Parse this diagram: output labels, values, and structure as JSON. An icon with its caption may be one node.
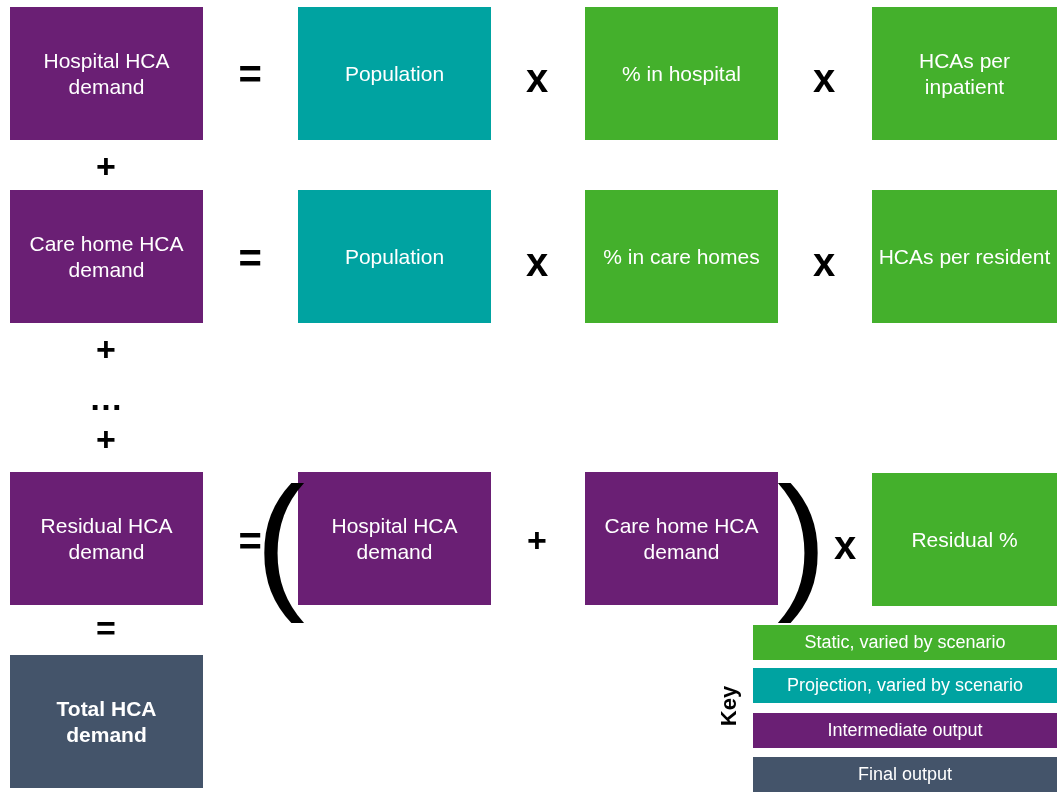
{
  "diagram": {
    "nodes": [
      {
        "text": [
          "Hospital HCA demand"
        ]
      },
      {
        "text": [
          "Population"
        ]
      },
      {
        "text": [
          "% in hospital"
        ]
      },
      {
        "text": [
          "HCAs per inpatient"
        ]
      },
      {
        "text": [
          "Care home HCA demand"
        ]
      },
      {
        "text": [
          "Population"
        ]
      },
      {
        "text": [
          "% in care homes"
        ]
      },
      {
        "text": [
          "HCAs per resident"
        ]
      },
      {
        "text": [
          "Residual HCA demand"
        ]
      },
      {
        "text": [
          "Hospital HCA demand"
        ]
      },
      {
        "text": [
          "Care home HCA demand"
        ]
      },
      {
        "text": [
          "Residual %"
        ]
      },
      {
        "text": [
          "Total HCA demand"
        ]
      }
    ],
    "edges": [],
    "labels": [
      "=",
      "x",
      "x",
      "+",
      "=",
      "x",
      "x",
      "+",
      "…",
      "+",
      "=",
      "(",
      "+",
      ")",
      "x",
      "=",
      "Key"
    ],
    "legend": [
      {
        "text": "Static, varied by scenario",
        "color": "#44b02c"
      },
      {
        "text": "Projection, varied by scenario",
        "color": "#00a3a1"
      },
      {
        "text": "Intermediate output",
        "color": "#6a1f74"
      },
      {
        "text": "Final output",
        "color": "#44546a"
      }
    ]
  }
}
